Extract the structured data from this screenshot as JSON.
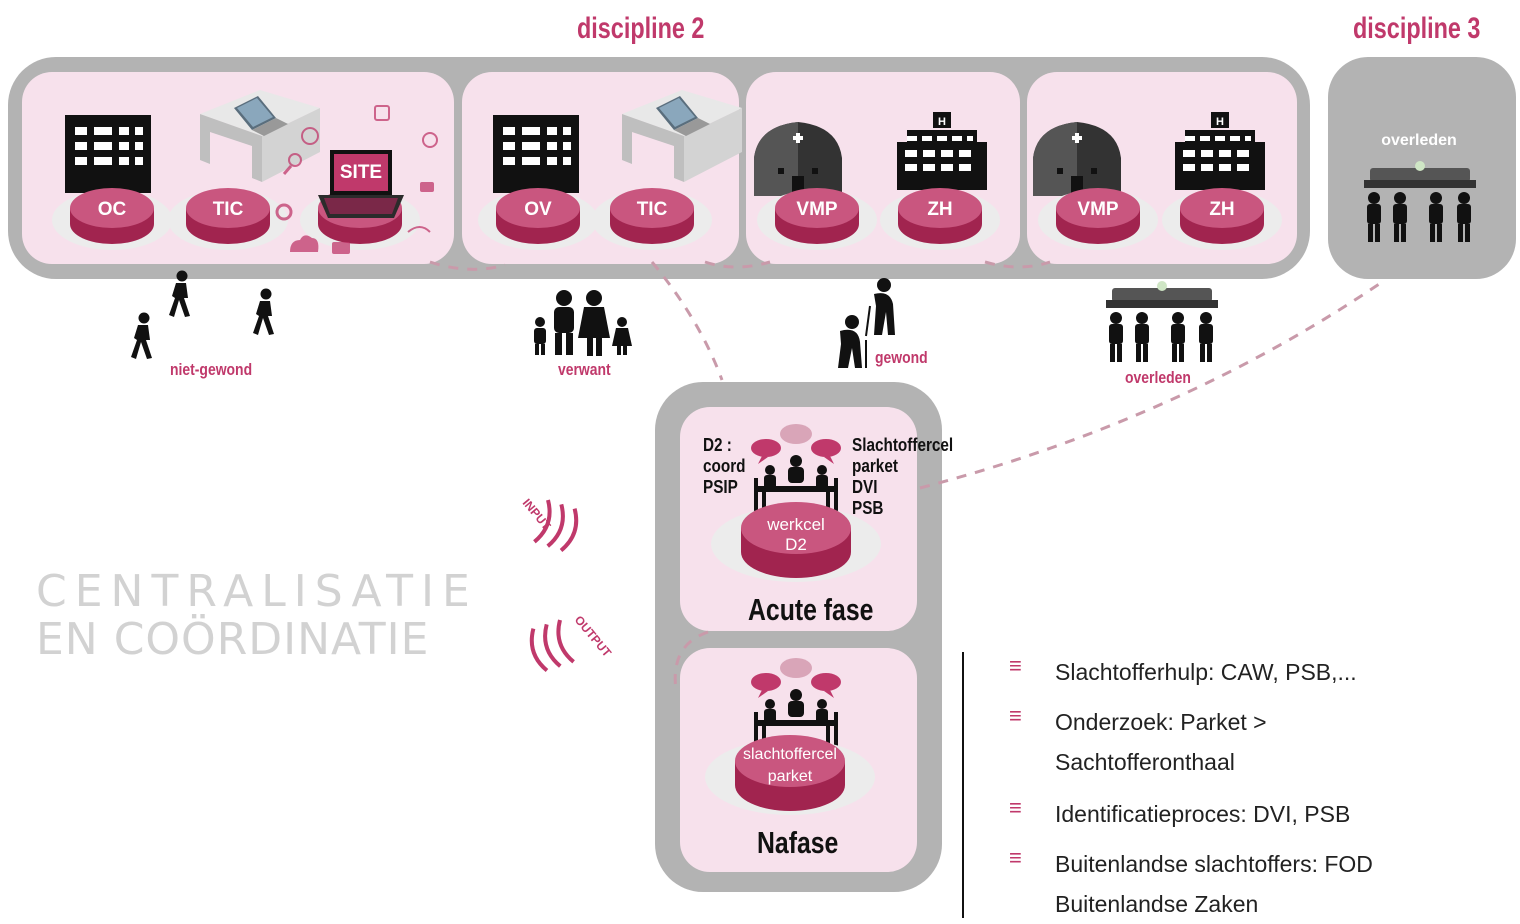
{
  "disciplines": {
    "d2": "discipline 2",
    "d3": "discipline 3"
  },
  "top_nodes": {
    "oc": "OC",
    "tic1": "TIC",
    "site": "SITE",
    "ov": "OV",
    "tic2": "TIC",
    "vmp1": "VMP",
    "zh1": "ZH",
    "vmp2": "VMP",
    "zh2": "ZH"
  },
  "discipline3_label": "overleden",
  "groups": {
    "niet_gewond": "niet-gewond",
    "verwant": "verwant",
    "gewond": "gewond",
    "overleden": "overleden"
  },
  "centralisatie": {
    "line1": "CENTRALISATIE",
    "line2": "EN COÖRDINATIE"
  },
  "signals": {
    "input": "INPUT",
    "output": "OUTPUT"
  },
  "acute": {
    "left_lines": [
      "D2 :",
      "coord",
      "PSIP"
    ],
    "right_lines": [
      "Slachtoffercel",
      "parket",
      "DVI",
      "PSB"
    ],
    "node_lines": [
      "werkcel",
      "D2"
    ],
    "phase_label": "Acute fase"
  },
  "nafase": {
    "node_lines": [
      "slachtoffercel",
      "parket"
    ],
    "phase_label": "Nafase"
  },
  "list": [
    {
      "lines": [
        "Slachtofferhulp: CAW, PSB,..."
      ]
    },
    {
      "lines": [
        "Onderzoek: Parket >",
        "Sachtofferonthaal"
      ]
    },
    {
      "lines": [
        "Identificatieproces: DVI, PSB"
      ]
    },
    {
      "lines": [
        "Buitenlandse slachtoffers: FOD",
        "Buitenlandse Zaken"
      ]
    }
  ],
  "list_icon": "≡",
  "colors": {
    "accent": "#c0396b",
    "panel": "#f7e1ec",
    "band": "#b3b3b3",
    "disc_fill": "#c23c6c",
    "dash": "#c99aaa"
  }
}
